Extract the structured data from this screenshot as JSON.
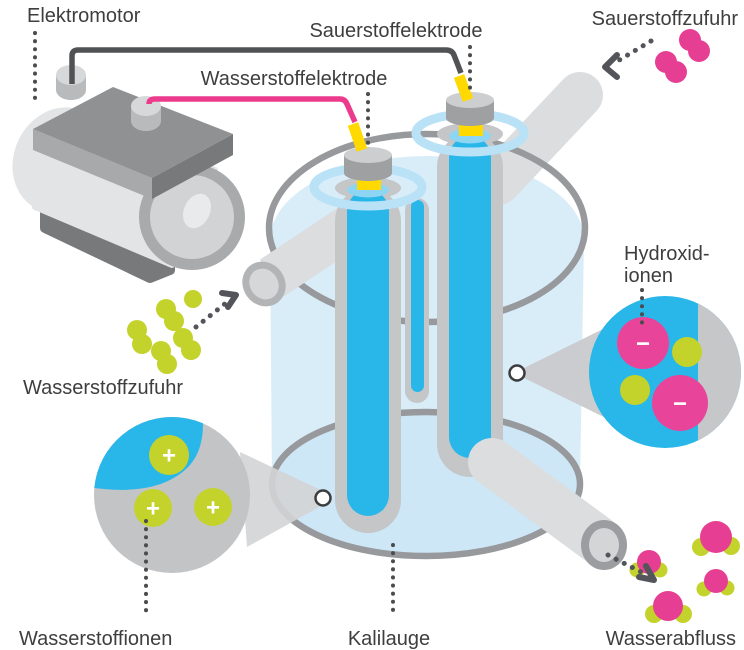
{
  "labels": {
    "elektromotor": "Elektromotor",
    "sauerstoffelektrode": "Sauerstoffelektrode",
    "wasserstoffelektrode": "Wasserstoffelektrode",
    "sauerstoffzufuhr": "Sauerstoffzufuhr",
    "hydroxidionen_line1": "Hydroxid-",
    "hydroxidionen_line2": "ionen",
    "wasserstoffzufuhr": "Wasserstoffzufuhr",
    "wasserstoffionen": "Wasserstoffionen",
    "kalilauge": "Kalilauge",
    "wasserabfluss": "Wasserabfluss"
  },
  "ions": {
    "plus": "+",
    "minus": "−"
  },
  "colors": {
    "cyan": "#29b7ea",
    "cyan_top": "#8ed5f3",
    "liquid": "#d9edf9",
    "liquid_deep": "#cde7f7",
    "halo": "#b9e2f6",
    "tube_gray": "#c5c6c8",
    "vessel_stroke": "#97999c",
    "pipe_gray": "#dcddde",
    "pink_ion": "#e8459a",
    "pink_molecule": "#e63e92",
    "yellow_green": "#c3d32b",
    "yellow": "#ffd900",
    "wire_black": "#515254",
    "wire_pink": "#ec3a8d",
    "motor_light": "#e3e4e5",
    "motor_mid": "#a8aaac",
    "motor_face": "#d2d3d4",
    "motor_dark": "#77797a",
    "box_top": "#8f9193",
    "box_left": "#a7a9ab",
    "terminal_top": "#d7d8d9",
    "terminal_side": "#b9babc",
    "magnifier_gray": "#c3c4c6",
    "cone_gray": "#d3d4d5",
    "text": "#3e3e3e",
    "arrow": "#54555a",
    "dot_gray": "#4b4c4e"
  }
}
